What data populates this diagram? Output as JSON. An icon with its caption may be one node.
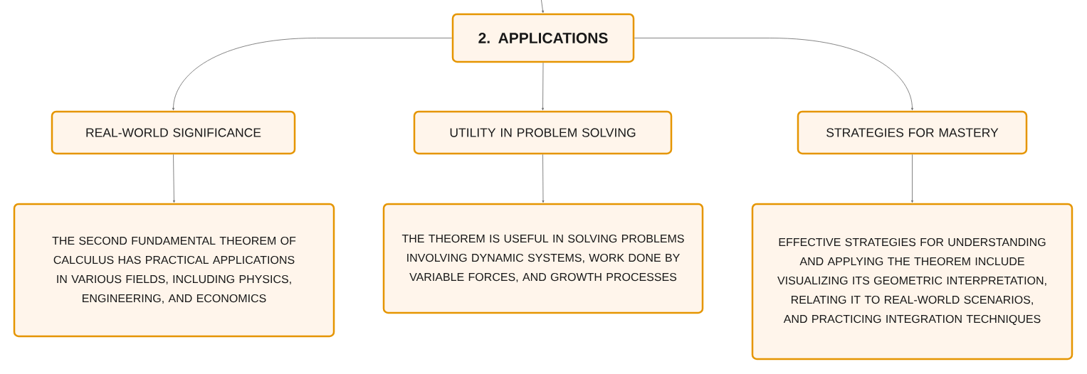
{
  "diagram": {
    "nodes": [
      {
        "text": [
          "2. APPLICATIONS"
        ]
      },
      {
        "text": [
          "REAL-WORLD SIGNIFICANCE"
        ]
      },
      {
        "text": [
          "UTILITY IN PROBLEM SOLVING"
        ]
      },
      {
        "text": [
          "STRATEGIES FOR MASTERY"
        ]
      },
      {
        "text": [
          "THE SECOND FUNDAMENTAL THEOREM OF CALCULUS HAS PRACTICAL APPLICATIONS IN VARIOUS FIELDS, INCLUDING PHYSICS, ENGINEERING, AND ECONOMICS"
        ]
      },
      {
        "text": [
          "THE THEOREM IS USEFUL IN SOLVING PROBLEMS INVOLVING DYNAMIC SYSTEMS, WORK DONE BY VARIABLE FORCES, AND GROWTH PROCESSES"
        ]
      },
      {
        "text": [
          "EFFECTIVE STRATEGIES FOR UNDERSTANDING AND APPLYING THE THEOREM INCLUDE VISUALIZING ITS GEOMETRIC INTERPRETATION, RELATING IT TO REAL-WORLD SCENARIOS, AND PRACTICING INTEGRATION TECHNIQUES"
        ]
      }
    ],
    "edges": [
      {
        "from": null,
        "to": 0,
        "arrow": "to"
      },
      {
        "from": 0,
        "to": 1,
        "arrow": "to"
      },
      {
        "from": 0,
        "to": 2,
        "arrow": "to"
      },
      {
        "from": 0,
        "to": 3,
        "arrow": "to"
      },
      {
        "from": 1,
        "to": 4,
        "arrow": "to"
      },
      {
        "from": 2,
        "to": 5,
        "arrow": "to"
      },
      {
        "from": 3,
        "to": 6,
        "arrow": "to"
      }
    ]
  }
}
